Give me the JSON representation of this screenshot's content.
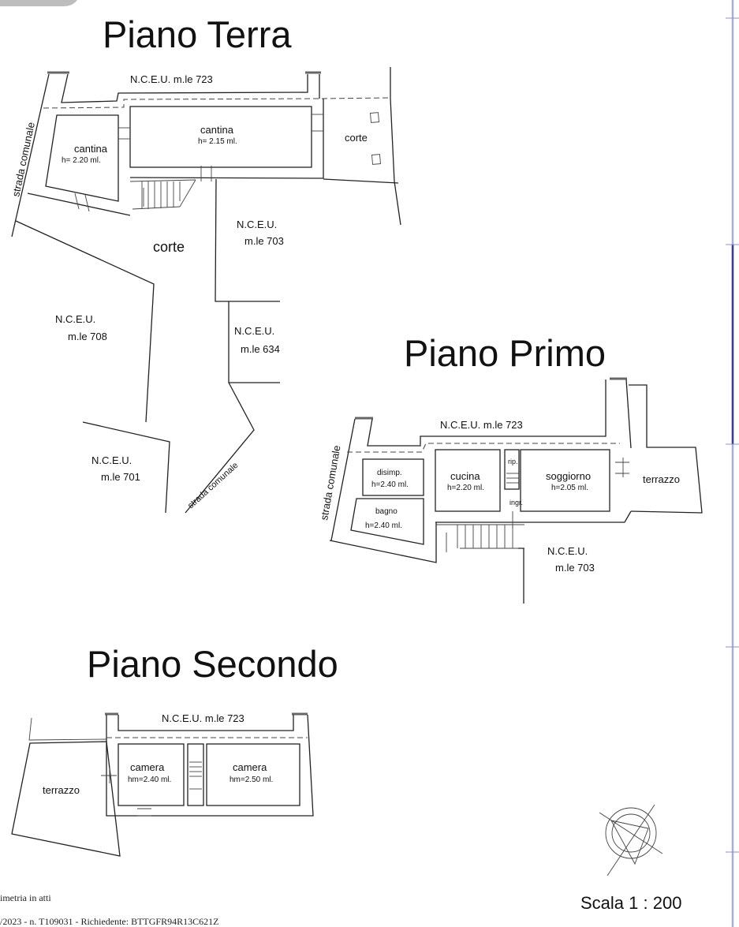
{
  "colors": {
    "ruler": "#a9aed3",
    "ruler_active": "#3b3f8a",
    "tab": "#bdbdbd",
    "ink": "#111111"
  },
  "piano_terra": {
    "title": "Piano Terra",
    "neighbor_top": "N.C.E.U. m.le 723",
    "strada": "strada comunale",
    "rooms": [
      {
        "name": "cantina",
        "height": "h= 2.15 ml."
      },
      {
        "name": "cantina",
        "height": "h= 2.20 ml."
      }
    ],
    "corte_right": "corte",
    "corte_main": "corte",
    "nceu_703": [
      "N.C.E.U.",
      "m.le 703"
    ],
    "nceu_634": [
      "N.C.E.U.",
      "m.le 634"
    ],
    "nceu_708": [
      "N.C.E.U.",
      "m.le 708"
    ],
    "nceu_701": [
      "N.C.E.U.",
      "m.le 701"
    ],
    "strada_bottom": "strada comunale"
  },
  "piano_primo": {
    "title": "Piano Primo",
    "neighbor_top": "N.C.E.U. m.le 723",
    "strada": "strada comunale",
    "rooms": [
      {
        "name": "disimp.",
        "height": "h=2.40 ml."
      },
      {
        "name": "bagno",
        "height": "h=2.40 ml."
      },
      {
        "name": "cucina",
        "height": "h=2.20 ml."
      },
      {
        "name": "soggiorno",
        "height": "h=2.05 ml."
      }
    ],
    "rip": "rip.",
    "ingr": "ingr.",
    "terrazzo": "terrazzo",
    "nceu_703": [
      "N.C.E.U.",
      "m.le 703"
    ]
  },
  "piano_secondo": {
    "title": "Piano Secondo",
    "neighbor_top": "N.C.E.U. m.le 723",
    "rooms": [
      {
        "name": "camera",
        "height": "hm=2.40 ml."
      },
      {
        "name": "camera",
        "height": "hm=2.50 ml."
      }
    ],
    "terrazzo": "terrazzo"
  },
  "scale": "Scala 1 : 200",
  "footer": {
    "line1": "imetria in atti",
    "line2": "/2023 - n. T109031 - Richiedente: BTTGFR94R13C621Z"
  }
}
